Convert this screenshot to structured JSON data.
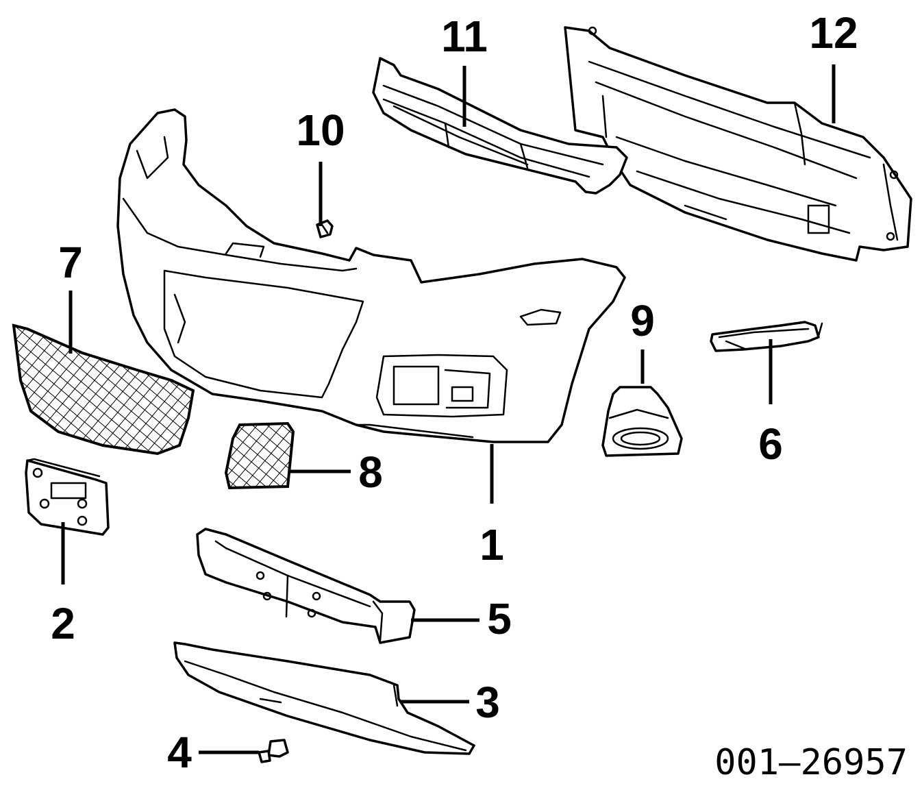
{
  "diagram": {
    "figure_code": "001–26957",
    "callouts": [
      {
        "id": "1",
        "label": "1"
      },
      {
        "id": "2",
        "label": "2"
      },
      {
        "id": "3",
        "label": "3"
      },
      {
        "id": "4",
        "label": "4"
      },
      {
        "id": "5",
        "label": "5"
      },
      {
        "id": "6",
        "label": "6"
      },
      {
        "id": "7",
        "label": "7"
      },
      {
        "id": "8",
        "label": "8"
      },
      {
        "id": "9",
        "label": "9"
      },
      {
        "id": "10",
        "label": "10"
      },
      {
        "id": "11",
        "label": "11"
      },
      {
        "id": "12",
        "label": "12"
      }
    ]
  }
}
